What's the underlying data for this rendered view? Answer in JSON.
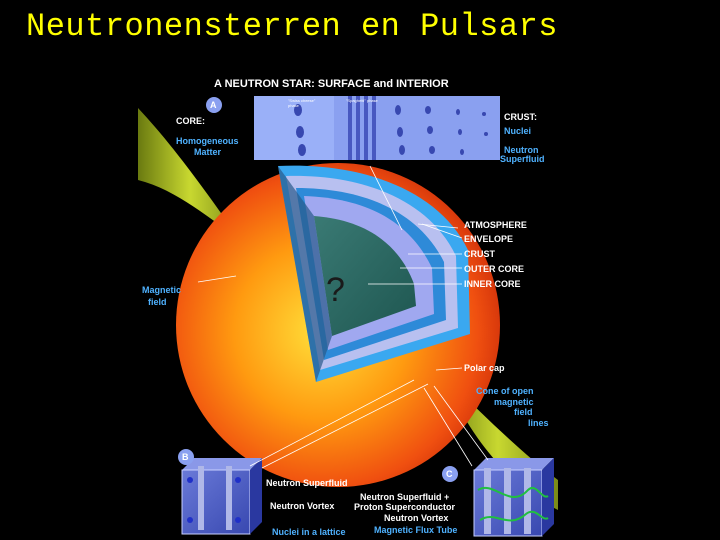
{
  "slide": {
    "title": "Neutronensterren en Pulsars"
  },
  "diagram": {
    "title": "A NEUTRON STAR:  SURFACE and INTERIOR",
    "question_mark": "?",
    "insets": {
      "a": {
        "letter": "A",
        "tag_swiss": "\"Swiss cheese\" phase",
        "tag_spaghetti": "\"Spaghetti\" phase"
      },
      "b": {
        "letter": "B"
      },
      "c": {
        "letter": "C"
      }
    },
    "core": {
      "heading": "CORE:",
      "line1": "Homogeneous",
      "line2": "Matter"
    },
    "crust": {
      "heading": "CRUST:",
      "nuclei": "Nuclei",
      "line1": "Neutron",
      "line2": "Superfluid"
    },
    "layers": [
      "ATMOSPHERE",
      "ENVELOPE",
      "CRUST",
      "OUTER CORE",
      "INNER CORE"
    ],
    "magnetic_field": {
      "line1": "Magnetic",
      "line2": "field"
    },
    "polar_cap": "Polar cap",
    "cone": {
      "line1": "Cone of open",
      "line2": "magnetic",
      "line3": "field",
      "line4": "lines"
    },
    "inset_b_labels": [
      "Neutron Superfluid",
      "Neutron Vortex",
      "Nuclei in a lattice"
    ],
    "inset_c_labels": [
      "Neutron Superfluid  +",
      "Proton Superconductor",
      "Neutron Vortex",
      "Magnetic Flux Tube"
    ],
    "colors": {
      "title": "#ffff00",
      "label": "#ffffff",
      "accent": "#4fb2ff",
      "field": "#a8b820"
    }
  }
}
